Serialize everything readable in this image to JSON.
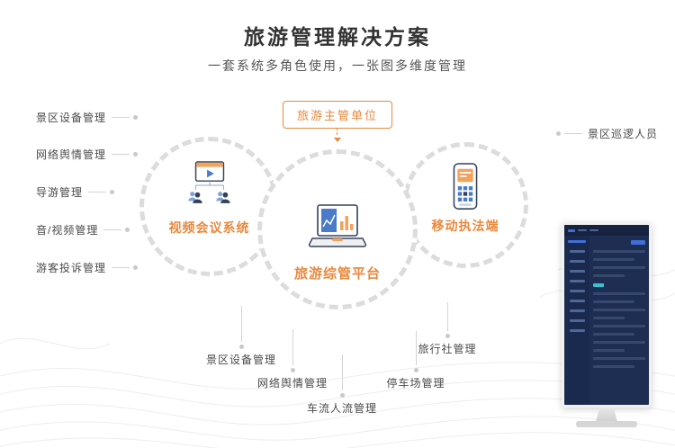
{
  "header": {
    "title": "旅游管理解决方案",
    "subtitle": "一套系统多角色使用，一张图多维度管理"
  },
  "flow": {
    "authority_label": "旅游主管单位"
  },
  "systems": {
    "video_conference": "视频会议系统",
    "platform": "旅游综管平台",
    "mobile_enforcement": "移动执法端"
  },
  "left_modules": [
    "景区设备管理",
    "网络舆情管理",
    "导游管理",
    "音/视频管理",
    "游客投诉管理"
  ],
  "right_modules": [
    "景区巡逻人员"
  ],
  "bottom_modules": [
    "景区设备管理",
    "网络舆情管理",
    "车流人流管理",
    "停车场管理",
    "旅行社管理"
  ],
  "icons": {
    "video_conference": "video-conference-icon",
    "platform": "laptop-chart-icon",
    "mobile_enforcement": "handheld-device-icon"
  },
  "colors": {
    "accent": "#E8883D",
    "blue": "#4A7BC8",
    "navy": "#33415E",
    "ring": "#DCDCDC"
  }
}
